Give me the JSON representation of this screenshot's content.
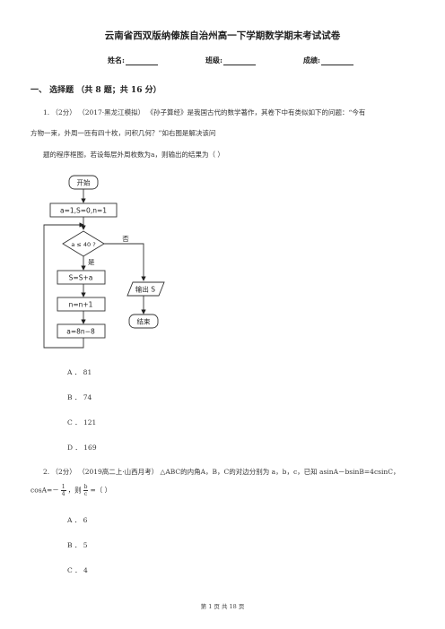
{
  "header": {
    "title": "云南省西双版纳傣族自治州高一下学期数学期末考试试卷",
    "name_label": "姓名:",
    "class_label": "班级:",
    "score_label": "成绩:"
  },
  "section": {
    "heading": "一、  选择题 （共 8 题；共 16 分）"
  },
  "q1": {
    "line1": "1.  （2分） （2017·黑龙江模拟） 《孙子算经》是我国古代的数学著作，其卷下中有类似如下的问题：“今有",
    "line2": "方物一束，外周一匝有四十枚，问积几何？”如右图是解决该问",
    "line3": "题的程序框图，若设每层外周枚数为a，则输出的结果为（      ）",
    "flowchart": {
      "start": "开始",
      "init": "a=1,S=0,n=1",
      "cond": "a ≤ 40 ?",
      "no": "否",
      "yes": "是",
      "step1": "S=S+a",
      "step2": "n=n+1",
      "step3": "a=8n−8",
      "output": "输出 S",
      "end": "结束"
    },
    "options": [
      "A ． 81",
      "B ． 74",
      "C ． 121",
      "D ． 169"
    ]
  },
  "q2": {
    "line1": "2. （2分） （2019高二上·山西月考） △ABC的内角A，B，C的对边分别为 a，b，c，已知 asinA－bsinB=4csinC，",
    "cos_prefix": "cosA=－",
    "frac1_num": "1",
    "frac1_den": "4",
    "then": "，则",
    "frac2_num": "b",
    "frac2_den": "c",
    "tail": "=（      ）",
    "options": [
      "A ． 6",
      "B ． 5",
      "C ． 4"
    ]
  },
  "footer": {
    "page": "第 1 页 共 18 页"
  }
}
